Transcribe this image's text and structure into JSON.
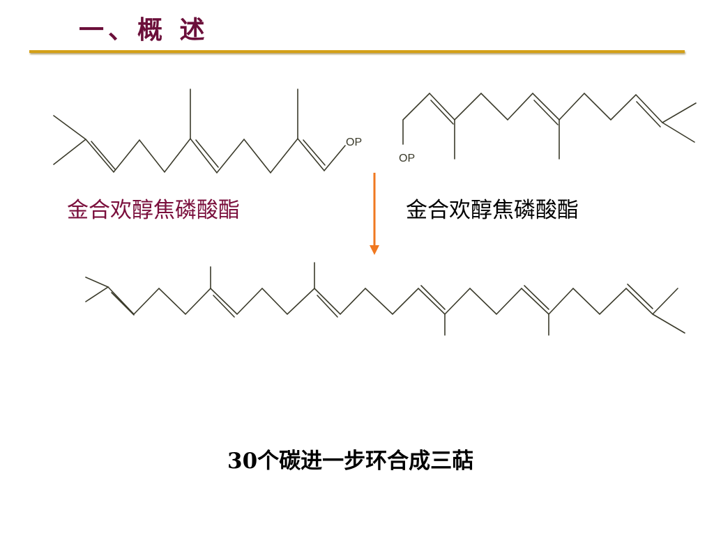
{
  "slide": {
    "title": "一、概 述",
    "left_structure": {
      "label": "金合欢醇焦磷酸酯",
      "group_text": "OP"
    },
    "right_structure": {
      "label": "金合欢醇焦磷酸酯",
      "group_text": "OP"
    },
    "caption": "30个碳进一步环合成三萜"
  },
  "colors": {
    "title": "#6b0f3a",
    "rule": "#d4a017",
    "left_label": "#7a0f3c",
    "bond": "#3a3a2a",
    "arrow": "#f07820"
  }
}
